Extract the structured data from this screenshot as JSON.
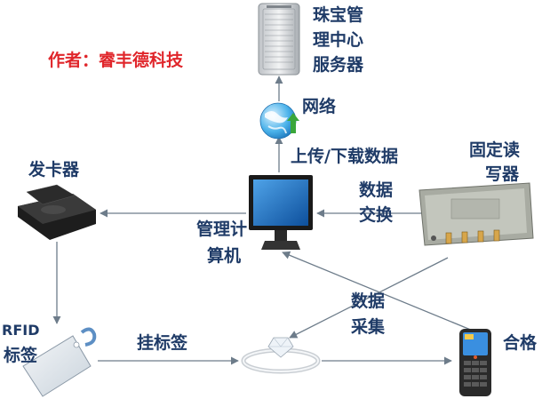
{
  "author": "作者：睿丰德科技",
  "nodes": {
    "server": {
      "lines": [
        "珠宝管",
        "理中心",
        "服务器"
      ],
      "icon": "server-tower-icon"
    },
    "network": {
      "label": "网络",
      "icon": "globe-network-icon"
    },
    "upload_download": {
      "label": "上传/下载数据"
    },
    "card_issuer": {
      "label": "发卡器",
      "icon": "card-reader-icon"
    },
    "management_pc": {
      "lines": [
        "管理计",
        "算机"
      ],
      "icon": "computer-monitor-icon"
    },
    "fixed_reader": {
      "lines": [
        "固定读",
        "写器"
      ],
      "icon": "rfid-reader-icon"
    },
    "data_exchange": {
      "lines": [
        "数据",
        "交换"
      ]
    },
    "rfid_tag": {
      "lines": [
        "RFID",
        "标签"
      ],
      "icon": "rfid-tag-icon"
    },
    "hang_tag": {
      "label": "挂标签"
    },
    "jewelry": {
      "icon": "diamond-ring-icon"
    },
    "data_collect": {
      "lines": [
        "数据",
        "采集"
      ]
    },
    "qualified": {
      "label": "合格",
      "icon": "handheld-terminal-icon"
    }
  },
  "colors": {
    "label_text": "#1f3b67",
    "author_text": "#e0262b",
    "arrow": "#6d7c8a",
    "network_arrow": "#3aa63a"
  }
}
